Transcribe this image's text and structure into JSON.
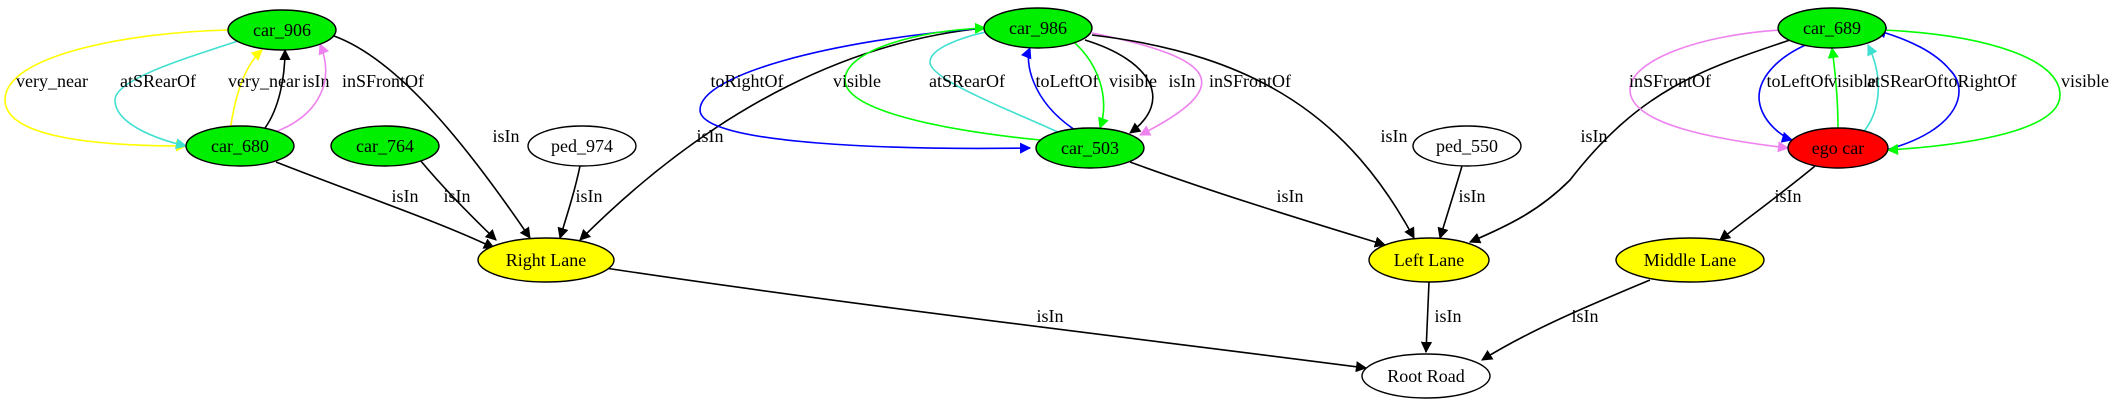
{
  "graph": {
    "nodes": [
      {
        "id": "car_906",
        "label": "car_906",
        "fill": "#00ee00"
      },
      {
        "id": "car_680",
        "label": "car_680",
        "fill": "#00ee00"
      },
      {
        "id": "car_764",
        "label": "car_764",
        "fill": "#00ee00"
      },
      {
        "id": "ped_974",
        "label": "ped_974",
        "fill": "#ffffff"
      },
      {
        "id": "right_lane",
        "label": "Right Lane",
        "fill": "#ffff00"
      },
      {
        "id": "car_986",
        "label": "car_986",
        "fill": "#00ee00"
      },
      {
        "id": "car_503",
        "label": "car_503",
        "fill": "#00ee00"
      },
      {
        "id": "ped_550",
        "label": "ped_550",
        "fill": "#ffffff"
      },
      {
        "id": "left_lane",
        "label": "Left Lane",
        "fill": "#ffff00"
      },
      {
        "id": "car_689",
        "label": "car_689",
        "fill": "#00ee00"
      },
      {
        "id": "ego_car",
        "label": "ego car",
        "fill": "#ff0000"
      },
      {
        "id": "middle_lane",
        "label": "Middle Lane",
        "fill": "#ffff00"
      },
      {
        "id": "root_road",
        "label": "Root Road",
        "fill": "#ffffff"
      }
    ],
    "edges": [
      {
        "from": "car_906",
        "to": "car_680",
        "label": "very_near",
        "color": "#ffff00"
      },
      {
        "from": "car_906",
        "to": "car_680",
        "label": "atSRearOf",
        "color": "#40e0d0"
      },
      {
        "from": "car_680",
        "to": "car_906",
        "label": "very_near",
        "color": "#ffff00"
      },
      {
        "from": "car_680",
        "to": "car_906",
        "label": "isIn",
        "color": "#000000"
      },
      {
        "from": "car_680",
        "to": "car_906",
        "label": "inSFrontOf",
        "color": "#ee82ee"
      },
      {
        "from": "car_906",
        "to": "right_lane",
        "label": "isIn",
        "color": "#000000"
      },
      {
        "from": "car_680",
        "to": "right_lane",
        "label": "isIn",
        "color": "#000000"
      },
      {
        "from": "car_764",
        "to": "right_lane",
        "label": "isIn",
        "color": "#000000"
      },
      {
        "from": "ped_974",
        "to": "right_lane",
        "label": "isIn",
        "color": "#000000"
      },
      {
        "from": "car_986",
        "to": "right_lane",
        "label": "isIn",
        "color": "#000000"
      },
      {
        "from": "car_986",
        "to": "car_503",
        "label": "toRightOf",
        "color": "#0000ff"
      },
      {
        "from": "car_503",
        "to": "car_986",
        "label": "visible",
        "color": "#00ff00"
      },
      {
        "from": "car_503",
        "to": "car_986",
        "label": "atSRearOf",
        "color": "#40e0d0"
      },
      {
        "from": "car_503",
        "to": "car_986",
        "label": "toLeftOf",
        "color": "#0000ff"
      },
      {
        "from": "car_986",
        "to": "car_503",
        "label": "visible",
        "color": "#00ff00"
      },
      {
        "from": "car_986",
        "to": "car_503",
        "label": "isIn",
        "color": "#000000"
      },
      {
        "from": "car_986",
        "to": "car_503",
        "label": "inSFrontOf",
        "color": "#ee82ee"
      },
      {
        "from": "car_986",
        "to": "left_lane",
        "label": "isIn",
        "color": "#000000"
      },
      {
        "from": "car_503",
        "to": "left_lane",
        "label": "isIn",
        "color": "#000000"
      },
      {
        "from": "ped_550",
        "to": "left_lane",
        "label": "isIn",
        "color": "#000000"
      },
      {
        "from": "car_689",
        "to": "left_lane",
        "label": "isIn",
        "color": "#000000"
      },
      {
        "from": "car_689",
        "to": "ego_car",
        "label": "inSFrontOf",
        "color": "#ee82ee"
      },
      {
        "from": "car_689",
        "to": "ego_car",
        "label": "toLeftOf",
        "color": "#0000ff"
      },
      {
        "from": "ego_car",
        "to": "car_689",
        "label": "visible",
        "color": "#00ff00"
      },
      {
        "from": "ego_car",
        "to": "car_689",
        "label": "atSRearOf",
        "color": "#40e0d0"
      },
      {
        "from": "ego_car",
        "to": "car_689",
        "label": "toRightOf",
        "color": "#0000ff"
      },
      {
        "from": "car_689",
        "to": "ego_car",
        "label": "visible",
        "color": "#00ff00"
      },
      {
        "from": "ego_car",
        "to": "middle_lane",
        "label": "isIn",
        "color": "#000000"
      },
      {
        "from": "right_lane",
        "to": "root_road",
        "label": "isIn",
        "color": "#000000"
      },
      {
        "from": "left_lane",
        "to": "root_road",
        "label": "isIn",
        "color": "#000000"
      },
      {
        "from": "middle_lane",
        "to": "root_road",
        "label": "isIn",
        "color": "#000000"
      }
    ]
  }
}
